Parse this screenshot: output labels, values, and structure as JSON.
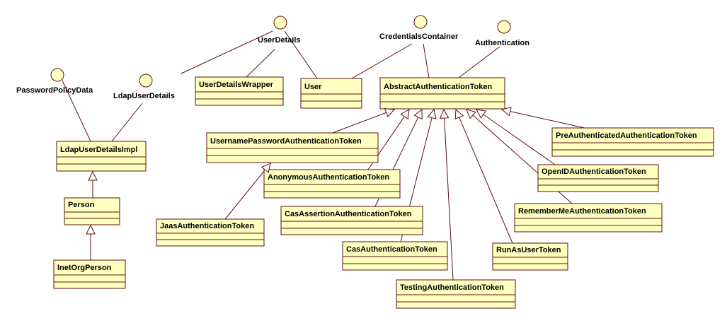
{
  "colors": {
    "class_fill": "#ffffc0",
    "class_border": "#5a1010",
    "line": "#5a1010",
    "interface_fill": "#ffffc0"
  },
  "interfaces": [
    {
      "id": "password-policy-data",
      "label": "PasswordPolicyData"
    },
    {
      "id": "ldap-user-details",
      "label": "LdapUserDetails"
    },
    {
      "id": "user-details",
      "label": "UserDetails"
    },
    {
      "id": "credentials-container",
      "label": "CredentialsContainer"
    },
    {
      "id": "authentication",
      "label": "Authentication"
    }
  ],
  "classes": [
    {
      "id": "ldap-user-details-impl",
      "label": "LdapUserDetailsImpl"
    },
    {
      "id": "person",
      "label": "Person"
    },
    {
      "id": "inet-org-person",
      "label": "InetOrgPerson"
    },
    {
      "id": "user-details-wrapper",
      "label": "UserDetailsWrapper"
    },
    {
      "id": "user",
      "label": "User"
    },
    {
      "id": "abstract-authentication-token",
      "label": "AbstractAuthenticationToken"
    },
    {
      "id": "username-password-authentication-token",
      "label": "UsernamePasswordAuthenticationToken"
    },
    {
      "id": "anonymous-authentication-token",
      "label": "AnonymousAuthenticationToken"
    },
    {
      "id": "jaas-authentication-token",
      "label": "JaasAuthenticationToken"
    },
    {
      "id": "cas-assertion-authentication-token",
      "label": "CasAssertionAuthenticationToken"
    },
    {
      "id": "cas-authentication-token",
      "label": "CasAuthenticationToken"
    },
    {
      "id": "testing-authentication-token",
      "label": "TestingAuthenticationToken"
    },
    {
      "id": "pre-authenticated-authentication-token",
      "label": "PreAuthenticatedAuthenticationToken"
    },
    {
      "id": "open-id-authentication-token",
      "label": "OpenIDAuthenticationToken"
    },
    {
      "id": "remember-me-authentication-token",
      "label": "RememberMeAuthenticationToken"
    },
    {
      "id": "run-as-user-token",
      "label": "RunAsUserToken"
    }
  ],
  "realizations": [
    {
      "from": "ldap-user-details-impl",
      "to": "password-policy-data"
    },
    {
      "from": "ldap-user-details-impl",
      "to": "ldap-user-details"
    },
    {
      "from": "user-details-wrapper",
      "to": "user-details"
    },
    {
      "from": "user",
      "to": "user-details"
    },
    {
      "from": "user",
      "to": "credentials-container"
    },
    {
      "from": "abstract-authentication-token",
      "to": "credentials-container"
    },
    {
      "from": "abstract-authentication-token",
      "to": "authentication"
    }
  ],
  "generalizations": [
    {
      "from": "person",
      "to": "ldap-user-details-impl"
    },
    {
      "from": "inet-org-person",
      "to": "person"
    },
    {
      "from": "username-password-authentication-token",
      "to": "abstract-authentication-token"
    },
    {
      "from": "anonymous-authentication-token",
      "to": "abstract-authentication-token"
    },
    {
      "from": "jaas-authentication-token",
      "to": "username-password-authentication-token"
    },
    {
      "from": "cas-assertion-authentication-token",
      "to": "abstract-authentication-token"
    },
    {
      "from": "cas-authentication-token",
      "to": "abstract-authentication-token"
    },
    {
      "from": "testing-authentication-token",
      "to": "abstract-authentication-token"
    },
    {
      "from": "pre-authenticated-authentication-token",
      "to": "abstract-authentication-token"
    },
    {
      "from": "open-id-authentication-token",
      "to": "abstract-authentication-token"
    },
    {
      "from": "remember-me-authentication-token",
      "to": "abstract-authentication-token"
    },
    {
      "from": "run-as-user-token",
      "to": "abstract-authentication-token"
    }
  ]
}
